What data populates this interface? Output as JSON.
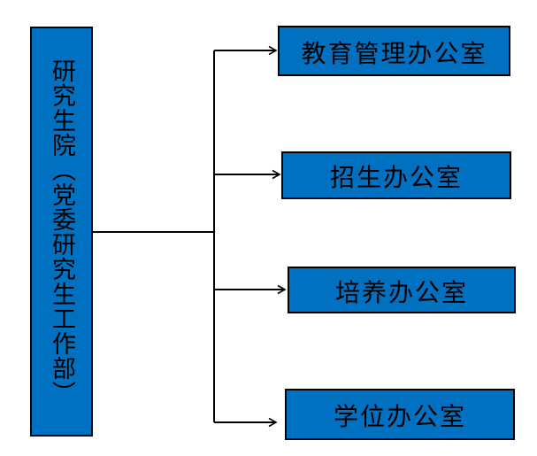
{
  "diagram": {
    "type": "org-chart",
    "root": {
      "label": "研究生院（党委研究生工作部）"
    },
    "children": [
      {
        "label": "教育管理办公室"
      },
      {
        "label": "招生办公室"
      },
      {
        "label": "培养办公室"
      },
      {
        "label": "学位办公室"
      }
    ],
    "colors": {
      "box_fill": "#0070C0",
      "box_border": "#000000",
      "connector": "#000000",
      "text": "#000000",
      "background": "#FFFFFF"
    }
  }
}
